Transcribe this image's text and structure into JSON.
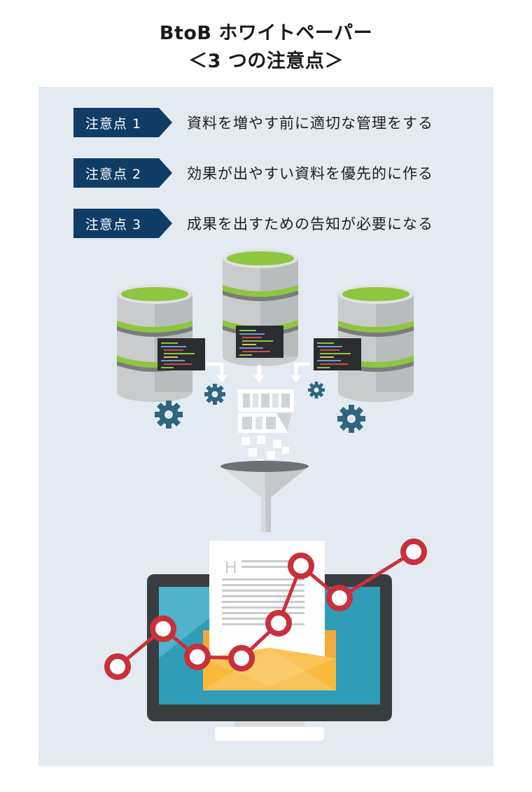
{
  "header": {
    "title_line1": "BtoB ホワイトペーパー",
    "title_line2": "＜3 つの注意点＞"
  },
  "points": [
    {
      "tag": "注意点 1",
      "text": "資料を増やす前に適切な管理をする"
    },
    {
      "tag": "注意点 2",
      "text": "効果が出やすい資料を優先的に作る"
    },
    {
      "tag": "注意点 3",
      "text": "成果を出すための告知が必要になる"
    }
  ],
  "illustration": {
    "document_heading_letter": "H",
    "colors": {
      "panel_bg": "#e3eaf1",
      "tag_navy": "#0f3d66",
      "db_green": "#8dc63f",
      "gear_teal": "#2e6680",
      "chart_red": "#c9303b",
      "envelope_orange": "#f2a93b",
      "screen_blue": "#2f9cb8"
    }
  }
}
